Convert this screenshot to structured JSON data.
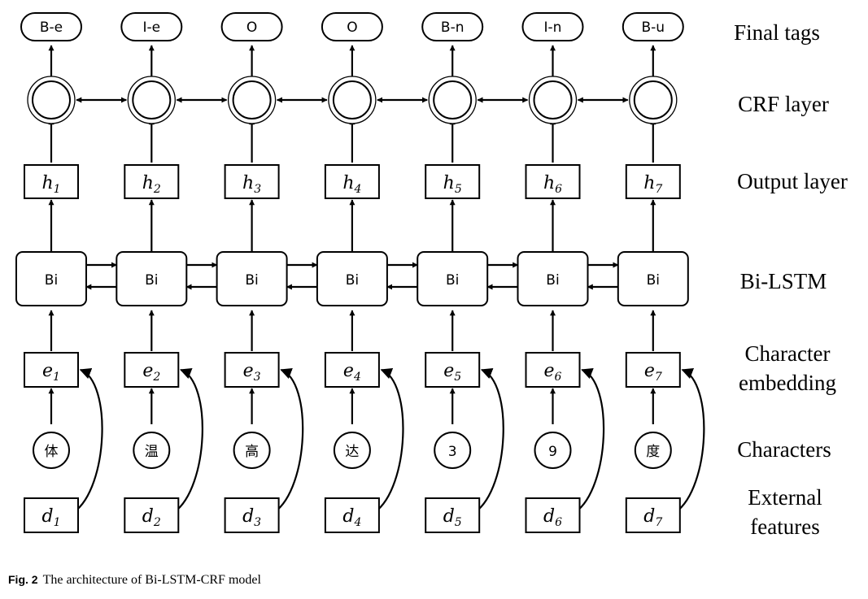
{
  "columns": [
    {
      "tag": "B-e",
      "h": "h",
      "h_sub": "1",
      "bi": "Bi",
      "e": "e",
      "e_sub": "1",
      "char": "体",
      "d": "d",
      "d_sub": "1"
    },
    {
      "tag": "I-e",
      "h": "h",
      "h_sub": "2",
      "bi": "Bi",
      "e": "e",
      "e_sub": "2",
      "char": "温",
      "d": "d",
      "d_sub": "2"
    },
    {
      "tag": "O",
      "h": "h",
      "h_sub": "3",
      "bi": "Bi",
      "e": "e",
      "e_sub": "3",
      "char": "高",
      "d": "d",
      "d_sub": "3"
    },
    {
      "tag": "O",
      "h": "h",
      "h_sub": "4",
      "bi": "Bi",
      "e": "e",
      "e_sub": "4",
      "char": "达",
      "d": "d",
      "d_sub": "4"
    },
    {
      "tag": "B-n",
      "h": "h",
      "h_sub": "5",
      "bi": "Bi",
      "e": "e",
      "e_sub": "5",
      "char": "3",
      "d": "d",
      "d_sub": "5"
    },
    {
      "tag": "I-n",
      "h": "h",
      "h_sub": "6",
      "bi": "Bi",
      "e": "e",
      "e_sub": "6",
      "char": "9",
      "d": "d",
      "d_sub": "6"
    },
    {
      "tag": "B-u",
      "h": "h",
      "h_sub": "7",
      "bi": "Bi",
      "e": "e",
      "e_sub": "7",
      "char": "度",
      "d": "d",
      "d_sub": "7"
    }
  ],
  "layers": {
    "final_tags": "Final tags",
    "crf": "CRF layer",
    "output": "Output layer",
    "bilstm": "Bi-LSTM",
    "char_embedding_1": "Character",
    "char_embedding_2": "embedding",
    "characters": "Characters",
    "external_1": "External",
    "external_2": "features"
  },
  "caption": {
    "label": "Fig. 2",
    "text": "The architecture of Bi-LSTM-CRF model"
  }
}
